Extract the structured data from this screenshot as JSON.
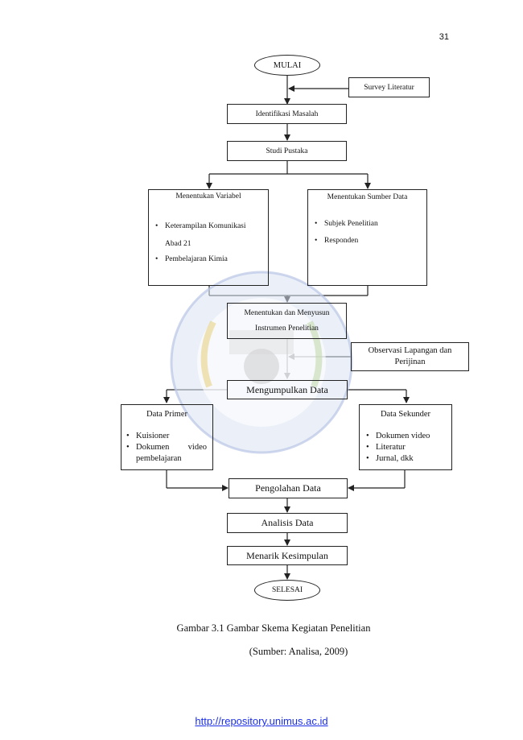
{
  "page_number": "31",
  "flow": {
    "start": "MULAI",
    "survey": "Survey Literatur",
    "identify": "Identifikasi Masalah",
    "study": "Studi Pustaka",
    "variables": {
      "title": "Menentukan Variabel",
      "items": [
        "Keterampilan    Komunikasi Abad 21",
        "Pembelajaran Kimia"
      ]
    },
    "sources": {
      "title": "Menentukan Sumber Data",
      "items": [
        "Subjek Penelitian",
        "Responden"
      ]
    },
    "instrument_line1": "Menentukan dan Menyusun",
    "instrument_line2": "Instrumen Penelitian",
    "observation_line1": "Observasi Lapangan dan",
    "observation_line2": "Perijinan",
    "collect": "Mengumpulkan Data",
    "primary": {
      "title": "Data Primer",
      "items": [
        "Kuisioner",
        "Dokumen video pembelajaran"
      ]
    },
    "secondary": {
      "title": "Data Sekunder",
      "items": [
        "Dokumen video",
        "Literatur",
        "Jurnal, dkk"
      ]
    },
    "processing": "Pengolahan Data",
    "analysis": "Analisis Data",
    "conclusion": "Menarik Kesimpulan",
    "end": "SELESAI"
  },
  "caption": "Gambar 3.1 Gambar Skema Kegiatan Penelitian",
  "source": "(Sumber: Analisa, 2009)",
  "footer_link": "http://repository.unimus.ac.id",
  "colors": {
    "link": "#1a2ee8",
    "line": "#222222"
  }
}
